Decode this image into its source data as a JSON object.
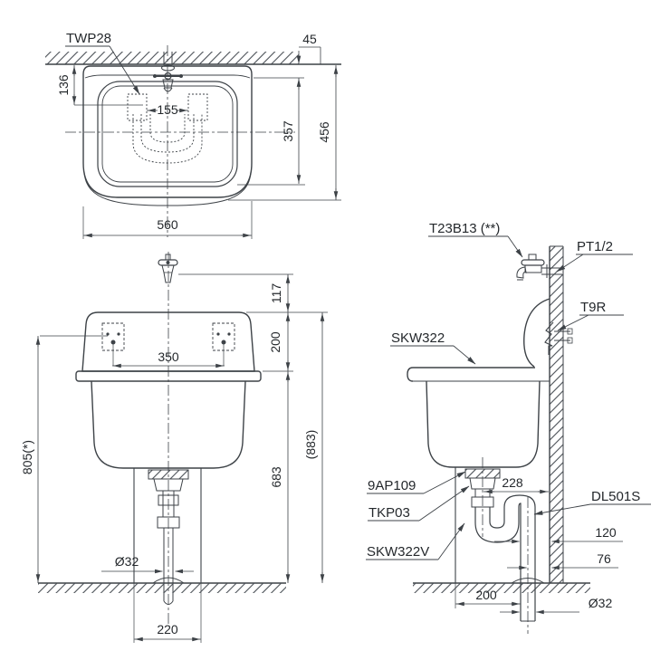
{
  "colors": {
    "line": "#3d4247",
    "text": "#24282c",
    "background": "#ffffff"
  },
  "top": {
    "part": "TWP28",
    "d45": "45",
    "d136": "136",
    "d155": "155",
    "d357": "357",
    "d456": "456",
    "d560": "560"
  },
  "front": {
    "d117": "117",
    "d200": "200",
    "d350": "350",
    "d805": "805(*)",
    "d683": "683",
    "d883": "(883)",
    "dia": "Ø32",
    "d220": "220"
  },
  "side": {
    "faucet": "T23B13 (**)",
    "thread": "PT1/2",
    "hanger": "T9R",
    "sink": "SKW322",
    "strainer": "9AP109",
    "tailpipe": "TKP03",
    "pedestal": "SKW322V",
    "trap": "DL501S",
    "d228": "228",
    "d120": "120",
    "d76": "76",
    "d200": "200",
    "dia": "Ø32"
  }
}
